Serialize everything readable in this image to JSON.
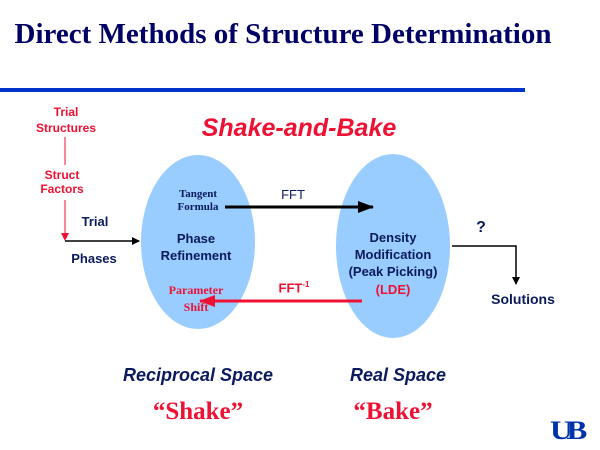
{
  "title": "Direct Methods of Structure Determination",
  "subtitle": "Shake-and-Bake",
  "left_flow": {
    "trial_structures": "Trial Structures",
    "struct_factors": "Struct Factors",
    "trial": "Trial",
    "phases": "Phases"
  },
  "reciprocal": {
    "tangent_formula": "Tangent Formula",
    "phase_refinement": "Phase Refinement",
    "parameter_shift": "Parameter Shift",
    "label": "Reciprocal Space",
    "shake": "“Shake”"
  },
  "real": {
    "density_modification": "Density Modification",
    "peak_picking": "(Peak Picking)",
    "lde": "(LDE)",
    "label": "Real Space",
    "bake": "“Bake”"
  },
  "fft": "FFT",
  "fft_inverse": {
    "base": "FFT",
    "sup": "-1"
  },
  "question": "?",
  "solutions": "Solutions",
  "logo": "UB",
  "colors": {
    "navy": "#0a1a5c",
    "red": "#ee1133",
    "ellipse": "#99ccff",
    "rule": "#0033cc"
  }
}
